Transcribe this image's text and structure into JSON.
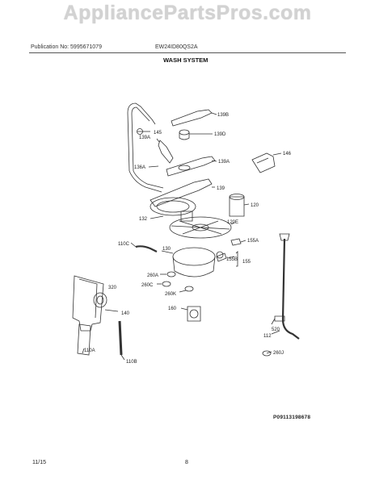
{
  "watermark": "AppliancePartsPros.com",
  "header": {
    "publication": "Publication No: 5995671079",
    "model": "EW24ID80QS2A",
    "section": "WASH SYSTEM"
  },
  "parts": {
    "p139B": "139B",
    "p145": "145",
    "p139D": "139D",
    "p139A_small": "139A",
    "p146": "146",
    "p136A": "136A",
    "p139A": "139A",
    "p139": "139",
    "p120": "120",
    "p132": "132",
    "p120E": "120E",
    "p155A": "155A",
    "p110C": "110C",
    "p130": "130",
    "p155B": "155B",
    "p155": "155",
    "p260A": "260A",
    "p260C": "260C",
    "p320": "320",
    "p260K": "260K",
    "p140": "140",
    "p160": "160",
    "p520": "520",
    "p112": "112",
    "p110A": "110A",
    "p110B": "110B",
    "p260J": "260J"
  },
  "footer": {
    "ref_code": "P09113198678",
    "date": "11/15",
    "page": "8"
  }
}
